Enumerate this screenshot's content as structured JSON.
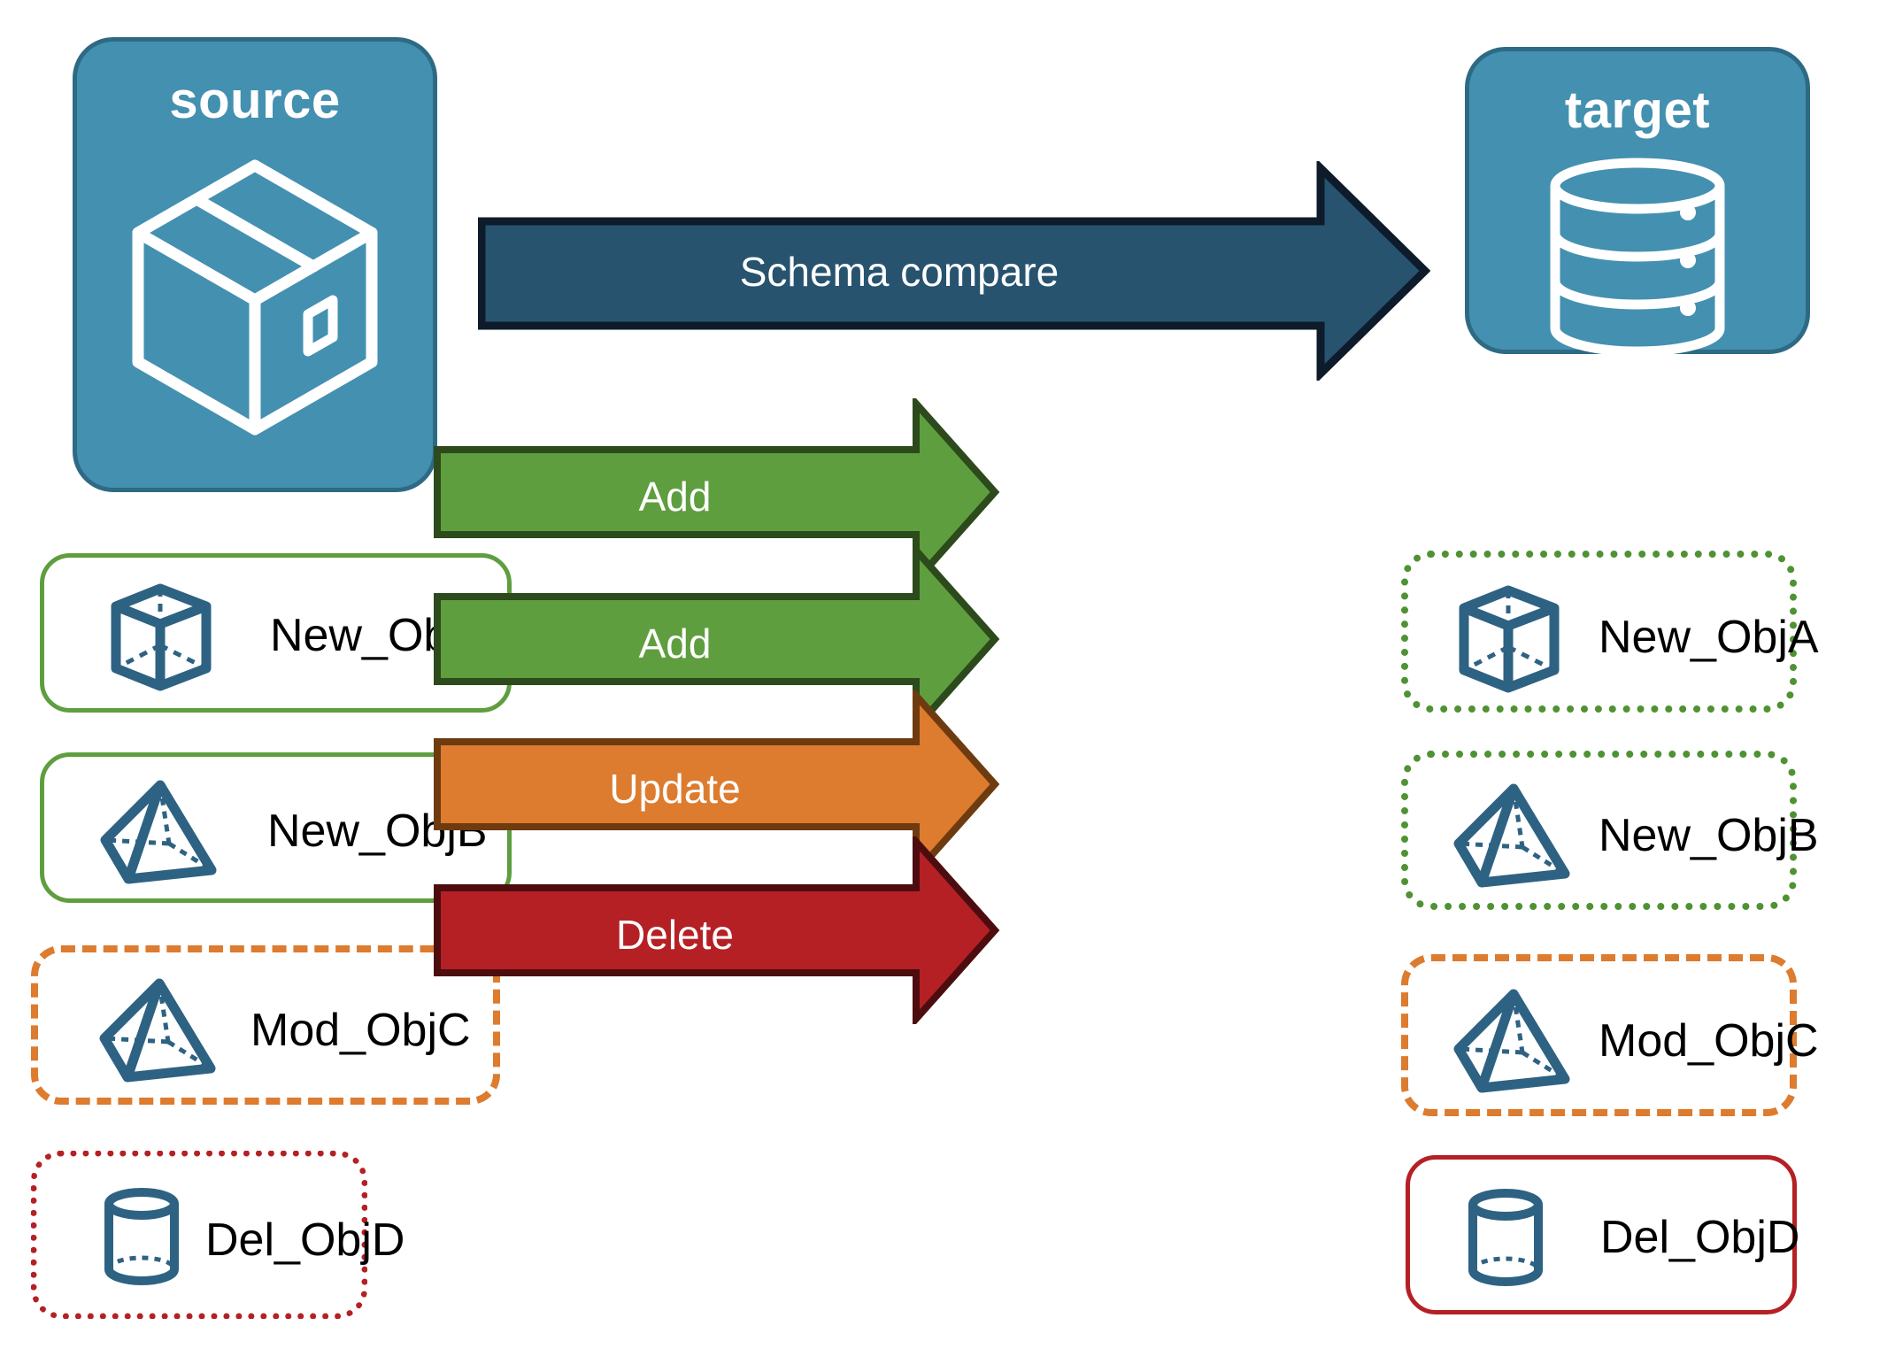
{
  "diagram": {
    "title": "Schema compare source to target",
    "background": "#ffffff"
  },
  "endpoints": {
    "source": {
      "label": "source",
      "icon": "package-box-icon",
      "fill": "#4490b0",
      "stroke": "#2e6a84"
    },
    "target": {
      "label": "target",
      "icon": "database-stack-icon",
      "fill": "#4490b0",
      "stroke": "#2e6a84"
    }
  },
  "main_arrow": {
    "label": "Schema compare",
    "fill": "#27536f",
    "stroke": "#0d1b2a",
    "text_color": "#ffffff"
  },
  "rows": [
    {
      "action": "Add",
      "arrow_fill": "#5f9e3f",
      "arrow_stroke": "#2c4a1b",
      "source": {
        "label": "New_ObjA",
        "icon": "wireframe-cube-icon",
        "border_style": "solid",
        "border_color": "#5f9e3f"
      },
      "target": {
        "label": "New_ObjA",
        "icon": "wireframe-cube-icon",
        "border_style": "dotted",
        "border_color": "#4f9233"
      }
    },
    {
      "action": "Add",
      "arrow_fill": "#5f9e3f",
      "arrow_stroke": "#2c4a1b",
      "source": {
        "label": "New_ObjB",
        "icon": "wireframe-pyramid-icon",
        "border_style": "solid",
        "border_color": "#5f9e3f"
      },
      "target": {
        "label": "New_ObjB",
        "icon": "wireframe-pyramid-icon",
        "border_style": "dotted",
        "border_color": "#4f9233"
      }
    },
    {
      "action": "Update",
      "arrow_fill": "#dd7b2f",
      "arrow_stroke": "#6e3b10",
      "source": {
        "label": "Mod_ObjC",
        "icon": "wireframe-pyramid-icon",
        "border_style": "dashed",
        "border_color": "#dd7b2f"
      },
      "target": {
        "label": "Mod_ObjC",
        "icon": "wireframe-pyramid-icon",
        "border_style": "dashed",
        "border_color": "#dd7b2f"
      }
    },
    {
      "action": "Delete",
      "arrow_fill": "#b52025",
      "arrow_stroke": "#4d0d0f",
      "source": {
        "label": "Del_ObjD",
        "icon": "wireframe-cylinder-icon",
        "border_style": "dotted",
        "border_color": "#b52025"
      },
      "target": {
        "label": "Del_ObjD",
        "icon": "wireframe-cylinder-icon",
        "border_style": "solid",
        "border_color": "#b52025"
      }
    }
  ]
}
